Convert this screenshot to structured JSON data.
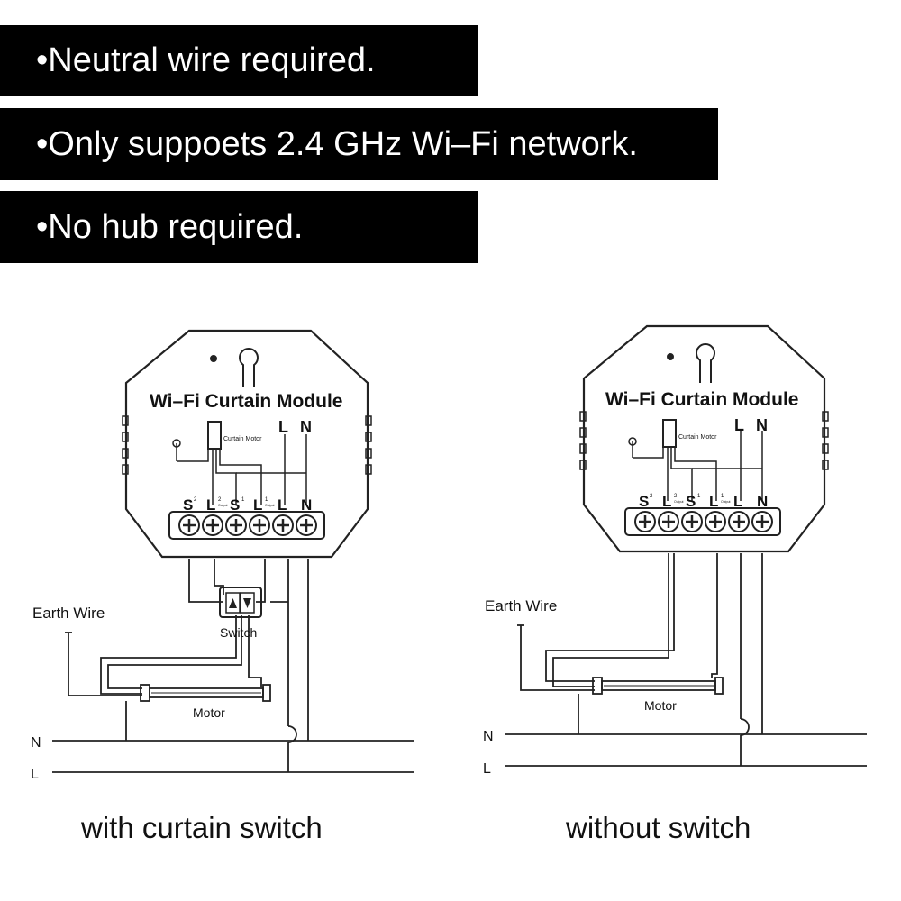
{
  "features": [
    "•Neutral wire required.",
    "•Only suppoets 2.4 GHz Wi–Fi network.",
    "•No hub required."
  ],
  "module": {
    "title": "Wi–Fi Curtain Module",
    "motor_tag": "Curtain Motor",
    "ln_top": [
      "L",
      "N"
    ],
    "terminals": [
      "S",
      "L",
      "S",
      "L",
      "L",
      "N"
    ],
    "terminal_sup": [
      "2",
      "2",
      "1",
      "1",
      "",
      ""
    ],
    "terminal_sub": [
      "",
      "Output",
      "",
      "Output",
      "",
      ""
    ]
  },
  "labels": {
    "earth_wire": "Earth Wire",
    "switch": "Switch",
    "motor": "Motor",
    "n": "N",
    "l": "L"
  },
  "captions": {
    "left": "with curtain switch",
    "right": "without switch"
  }
}
